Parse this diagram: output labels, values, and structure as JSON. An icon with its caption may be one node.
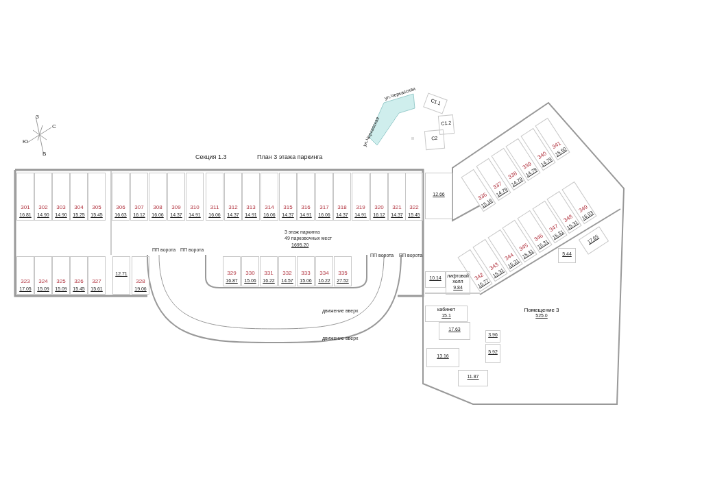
{
  "diagram": {
    "title": "План 3 этажа паркинга",
    "nodes": [
      {
        "text": [
          "С1.1"
        ]
      },
      {
        "text": [
          "С1.2"
        ]
      },
      {
        "text": [
          "С2"
        ]
      },
      {
        "text": [
          "336",
          "15.16"
        ]
      },
      {
        "text": [
          "337",
          "14.79"
        ]
      },
      {
        "text": [
          "338",
          "14.79"
        ]
      },
      {
        "text": [
          "339",
          "14.79"
        ]
      },
      {
        "text": [
          "340",
          "14.79"
        ]
      },
      {
        "text": [
          "341",
          "15.50"
        ]
      },
      {
        "text": [
          "301",
          "16.81"
        ]
      },
      {
        "text": [
          "302",
          "14.90"
        ]
      },
      {
        "text": [
          "303",
          "14.90"
        ]
      },
      {
        "text": [
          "304",
          "15.25"
        ]
      },
      {
        "text": [
          "305",
          "15.45"
        ]
      },
      {
        "text": [
          "306",
          "16.63"
        ]
      },
      {
        "text": [
          "307",
          "16.12"
        ]
      },
      {
        "text": [
          "308",
          "16.06"
        ]
      },
      {
        "text": [
          "309",
          "14.37"
        ]
      },
      {
        "text": [
          "310",
          "14.91"
        ]
      },
      {
        "text": [
          "311",
          "16.06"
        ]
      },
      {
        "text": [
          "312",
          "14.37"
        ]
      },
      {
        "text": [
          "313",
          "14.91"
        ]
      },
      {
        "text": [
          "314",
          "16.06"
        ]
      },
      {
        "text": [
          "315",
          "14.37"
        ]
      },
      {
        "text": [
          "316",
          "14.91"
        ]
      },
      {
        "text": [
          "317",
          "16.06"
        ]
      },
      {
        "text": [
          "318",
          "14.37"
        ]
      },
      {
        "text": [
          "319",
          "14.91"
        ]
      },
      {
        "text": [
          "320",
          "16.12"
        ]
      },
      {
        "text": [
          "321",
          "14.37"
        ]
      },
      {
        "text": [
          "322",
          "15.45"
        ]
      },
      {
        "text": [
          "12.66"
        ]
      },
      {
        "text": [
          "342",
          "15.77"
        ]
      },
      {
        "text": [
          "343",
          "15.31"
        ]
      },
      {
        "text": [
          "344",
          "15.31"
        ]
      },
      {
        "text": [
          "345",
          "15.31"
        ]
      },
      {
        "text": [
          "346",
          "15.31"
        ]
      },
      {
        "text": [
          "347",
          "15.31"
        ]
      },
      {
        "text": [
          "348",
          "15.31"
        ]
      },
      {
        "text": [
          "349",
          "16.03"
        ]
      },
      {
        "text": [
          "17.65"
        ]
      },
      {
        "text": [
          "5.44"
        ]
      },
      {
        "text": [
          "323",
          "17.05"
        ]
      },
      {
        "text": [
          "324",
          "15.09"
        ]
      },
      {
        "text": [
          "325",
          "15.09"
        ]
      },
      {
        "text": [
          "326",
          "15.45"
        ]
      },
      {
        "text": [
          "327",
          "15.61"
        ]
      },
      {
        "text": [
          "12.71"
        ]
      },
      {
        "text": [
          "328",
          "19.06"
        ]
      },
      {
        "text": [
          "329",
          "16.87"
        ]
      },
      {
        "text": [
          "330",
          "15.06"
        ]
      },
      {
        "text": [
          "331",
          "16.22"
        ]
      },
      {
        "text": [
          "332",
          "14.57"
        ]
      },
      {
        "text": [
          "333",
          "15.06"
        ]
      },
      {
        "text": [
          "334",
          "16.22"
        ]
      },
      {
        "text": [
          "335",
          "27.52"
        ]
      },
      {
        "text": [
          "10.14"
        ]
      },
      {
        "text": [
          "лифтовой холл",
          "9.84"
        ]
      },
      {
        "text": [
          "кабинет",
          "15.1"
        ]
      },
      {
        "text": [
          "Помещение 3",
          "525.0"
        ]
      },
      {
        "text": [
          "17.63"
        ]
      },
      {
        "text": [
          "3.96"
        ]
      },
      {
        "text": [
          "5.92"
        ]
      },
      {
        "text": [
          "13.16"
        ]
      },
      {
        "text": [
          "11.87"
        ]
      }
    ],
    "labels": [
      "ул.Черкасская",
      "ул.Черкасская",
      "З",
      "С",
      "Ю",
      "В",
      "Секция 1.3",
      "3 этаж паркинга",
      "49 парковочных мест",
      "1695.20",
      "ПП ворота",
      "ПП ворота",
      "ПП ворота",
      "ПП ворота",
      "движение вверх",
      "движение вверх"
    ]
  }
}
